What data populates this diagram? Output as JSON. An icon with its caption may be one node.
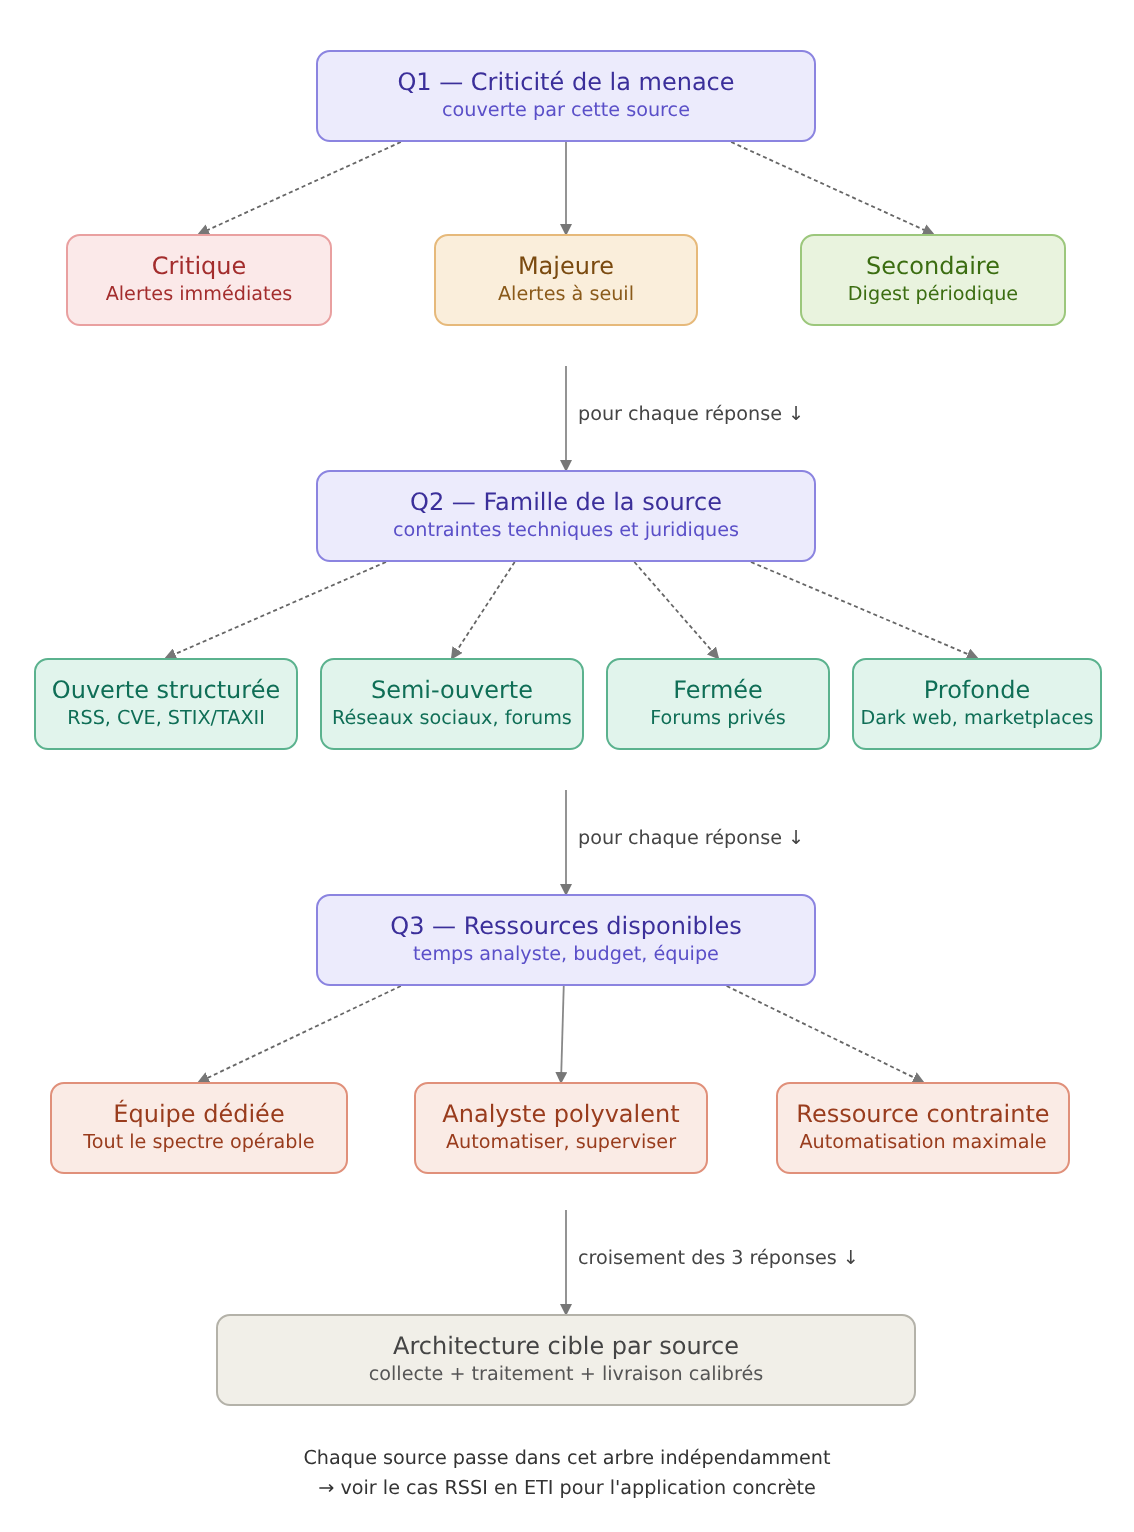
{
  "diagram": {
    "nodes": [
      {
        "text": [
          "Q1 — Criticité de la menace",
          "couverte par cette source"
        ]
      },
      {
        "text": [
          "Critique",
          "Alertes immédiates"
        ]
      },
      {
        "text": [
          "Majeure",
          "Alertes à seuil"
        ]
      },
      {
        "text": [
          "Secondaire",
          "Digest périodique"
        ]
      },
      {
        "text": [
          "Q2 — Famille de la source",
          "contraintes techniques et juridiques"
        ]
      },
      {
        "text": [
          "Ouverte structurée",
          "RSS, CVE, STIX/TAXII"
        ]
      },
      {
        "text": [
          "Semi-ouverte",
          "Réseaux sociaux, forums"
        ]
      },
      {
        "text": [
          "Fermée",
          "Forums privés"
        ]
      },
      {
        "text": [
          "Profonde",
          "Dark web, marketplaces"
        ]
      },
      {
        "text": [
          "Q3 — Ressources disponibles",
          "temps analyste, budget, équipe"
        ]
      },
      {
        "text": [
          "Équipe dédiée",
          "Tout le spectre opérable"
        ]
      },
      {
        "text": [
          "Analyste polyvalent",
          "Automatiser, superviser"
        ]
      },
      {
        "text": [
          "Ressource contrainte",
          "Automatisation maximale"
        ]
      },
      {
        "text": [
          "Architecture cible par source",
          "collecte + traitement + livraison calibrés"
        ]
      }
    ],
    "edges": [
      {
        "from": 0,
        "to": 1,
        "arrow": "to",
        "style": "dashed"
      },
      {
        "from": 0,
        "to": 2,
        "arrow": "to"
      },
      {
        "from": 0,
        "to": 3,
        "arrow": "to",
        "style": "dashed"
      },
      {
        "from": null,
        "to": 4,
        "arrow": "to",
        "label": "pour chaque réponse ↓"
      },
      {
        "from": 4,
        "to": 5,
        "arrow": "to",
        "style": "dashed"
      },
      {
        "from": 4,
        "to": 6,
        "arrow": "to",
        "style": "dashed"
      },
      {
        "from": 4,
        "to": 7,
        "arrow": "to",
        "style": "dashed"
      },
      {
        "from": 4,
        "to": 8,
        "arrow": "to",
        "style": "dashed"
      },
      {
        "from": null,
        "to": 9,
        "arrow": "to",
        "label": "pour chaque réponse ↓"
      },
      {
        "from": 9,
        "to": 10,
        "arrow": "to",
        "style": "dashed"
      },
      {
        "from": 9,
        "to": 11,
        "arrow": "to"
      },
      {
        "from": 9,
        "to": 12,
        "arrow": "to",
        "style": "dashed"
      },
      {
        "from": null,
        "to": 13,
        "arrow": "to",
        "label": "croisement des 3 réponses ↓"
      }
    ],
    "labels": [
      "Chaque source passe dans cet arbre indépendamment",
      "→ voir le cas RSSI en ETI pour l'application concrète"
    ]
  }
}
